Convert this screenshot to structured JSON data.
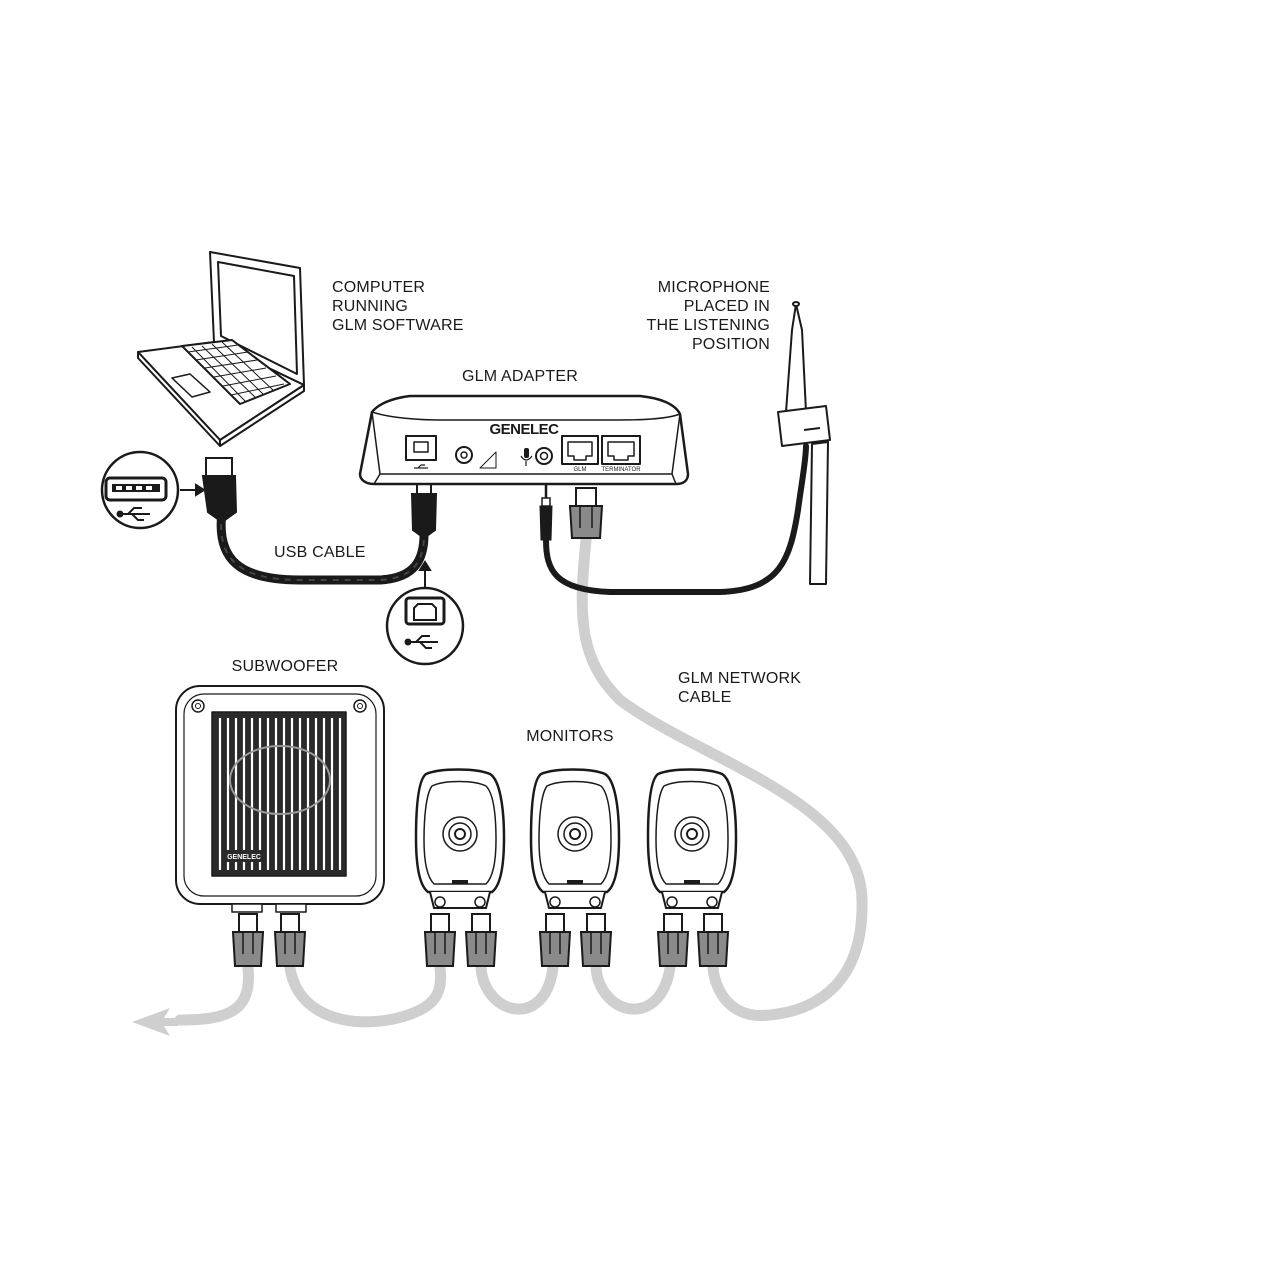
{
  "labels": {
    "computer": "COMPUTER\nRUNNING\nGLM SOFTWARE",
    "microphone": "MICROPHONE\nPLACED IN\nTHE LISTENING\nPOSITION",
    "glm_adapter": "GLM ADAPTER",
    "usb_cable": "USB CABLE",
    "subwoofer": "SUBWOOFER",
    "monitors": "MONITORS",
    "glm_network_cable": "GLM NETWORK\nCABLE"
  },
  "adapter": {
    "brand": "GENELEC",
    "port_glm": "GLM",
    "port_terminator": "TERMINATOR"
  },
  "subwoofer": {
    "brand": "GENELEC"
  },
  "colors": {
    "line": "#1a1a1a",
    "network_cable": "#cfcfcf",
    "connector": "#8a8a8a",
    "body": "#ffffff"
  }
}
